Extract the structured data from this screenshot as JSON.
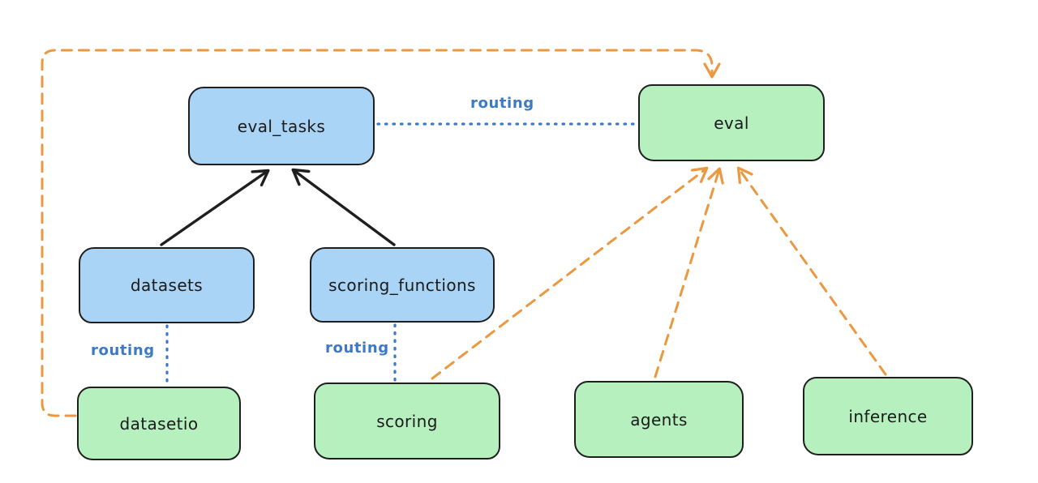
{
  "diagram": {
    "title": "",
    "colors": {
      "background": "#ffffff",
      "api_box_fill": "#a9d4f5",
      "provider_box_fill": "#b6f0bf",
      "box_stroke": "#1f1f1f",
      "routing_blue": "#3d79c6",
      "dependency_orange": "#eb9840",
      "solid_arrow_black": "#1f1f1f"
    },
    "nodes": {
      "eval_tasks": {
        "label": "eval_tasks",
        "kind": "api"
      },
      "eval": {
        "label": "eval",
        "kind": "provider"
      },
      "datasets": {
        "label": "datasets",
        "kind": "api"
      },
      "scoring_functions": {
        "label": "scoring_functions",
        "kind": "api"
      },
      "datasetio": {
        "label": "datasetio",
        "kind": "provider"
      },
      "scoring": {
        "label": "scoring",
        "kind": "provider"
      },
      "agents": {
        "label": "agents",
        "kind": "provider"
      },
      "inference": {
        "label": "inference",
        "kind": "provider"
      }
    },
    "edges": [
      {
        "from": "datasets",
        "to": "eval_tasks",
        "style": "solid",
        "color": "#1f1f1f",
        "arrow": true,
        "label": ""
      },
      {
        "from": "scoring_functions",
        "to": "eval_tasks",
        "style": "solid",
        "color": "#1f1f1f",
        "arrow": true,
        "label": ""
      },
      {
        "from": "eval_tasks",
        "to": "eval",
        "style": "dotted",
        "color": "#3d79c6",
        "arrow": false,
        "label": "routing"
      },
      {
        "from": "datasets",
        "to": "datasetio",
        "style": "dotted",
        "color": "#3d79c6",
        "arrow": false,
        "label": "routing"
      },
      {
        "from": "scoring_functions",
        "to": "scoring",
        "style": "dotted",
        "color": "#3d79c6",
        "arrow": false,
        "label": "routing"
      },
      {
        "from": "scoring",
        "to": "eval",
        "style": "dashed",
        "color": "#eb9840",
        "arrow": true,
        "label": ""
      },
      {
        "from": "agents",
        "to": "eval",
        "style": "dashed",
        "color": "#eb9840",
        "arrow": true,
        "label": ""
      },
      {
        "from": "inference",
        "to": "eval",
        "style": "dashed",
        "color": "#eb9840",
        "arrow": true,
        "label": ""
      },
      {
        "from": "datasetio",
        "to": "eval",
        "style": "dashed",
        "color": "#eb9840",
        "arrow": true,
        "route": "around-top-left",
        "label": ""
      }
    ]
  }
}
